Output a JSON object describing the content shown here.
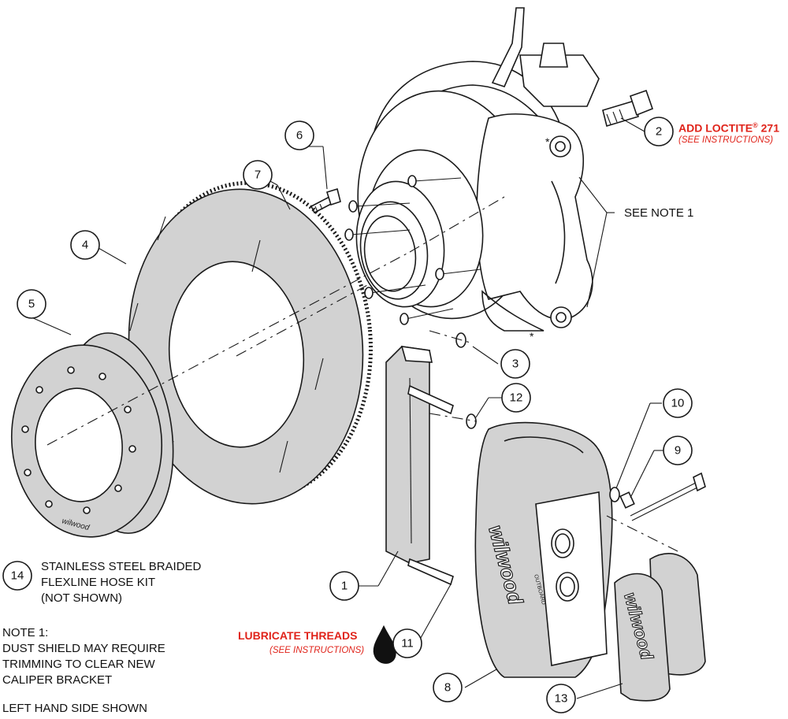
{
  "callouts": [
    "1",
    "2",
    "3",
    "4",
    "5",
    "6",
    "7",
    "8",
    "9",
    "10",
    "11",
    "12",
    "13",
    "14"
  ],
  "annotations": {
    "loctite_main": "ADD LOCTITE",
    "loctite_reg": "®",
    "loctite_num": "271",
    "loctite_sub": "(SEE INSTRUCTIONS)",
    "see_note": "SEE NOTE 1",
    "lube_main": "LUBRICATE THREADS",
    "lube_sub": "(SEE INSTRUCTIONS)"
  },
  "part14": [
    "STAINLESS STEEL BRAIDED",
    "FLEXLINE HOSE KIT",
    "(NOT SHOWN)"
  ],
  "note1": [
    "NOTE 1:",
    "DUST SHIELD MAY REQUIRE",
    "TRIMMING TO CLEAR NEW",
    "CALIPER BRACKET"
  ],
  "side_note": "LEFT HAND SIDE SHOWN",
  "stamps": {
    "caliper_brand": "wilwood",
    "caliper_side": "OUTBOARD",
    "pad_brand": "wilwood",
    "hat_brand": "wilwood",
    "asterisk": "*"
  },
  "colors": {
    "part_fill": "#d2d2d2",
    "outline": "#1a1a1a",
    "accent_red": "#e0241b"
  }
}
